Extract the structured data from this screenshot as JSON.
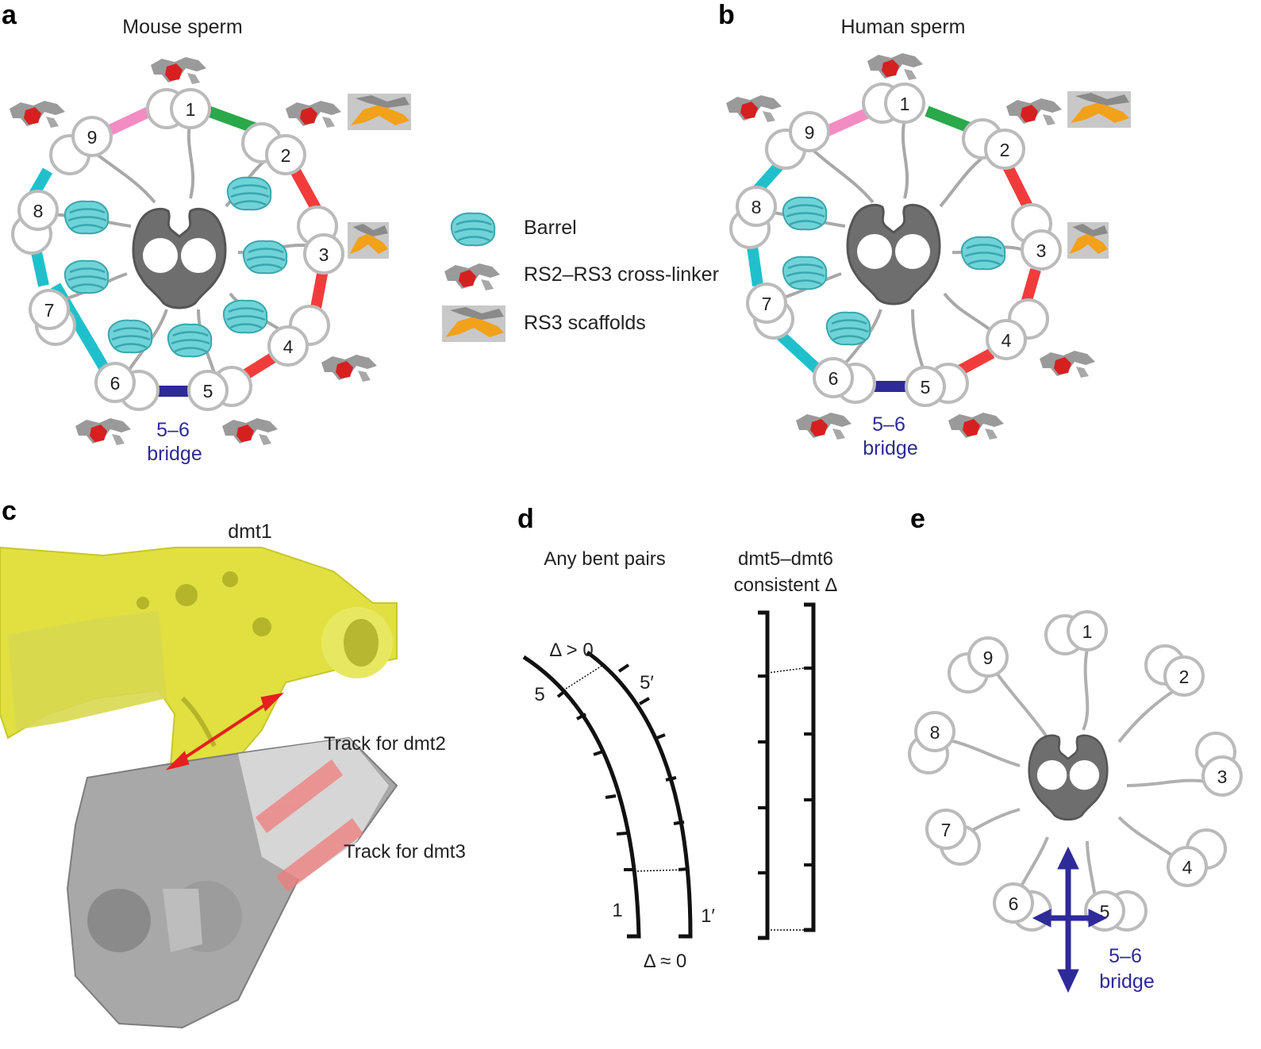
{
  "panels": {
    "a": {
      "letter": "a",
      "title": "Mouse sperm",
      "numbers": [
        "1",
        "2",
        "3",
        "4",
        "5",
        "6",
        "7",
        "8",
        "9"
      ],
      "bridge_line1": "5–6",
      "bridge_line2": "bridge"
    },
    "b": {
      "letter": "b",
      "title": "Human sperm",
      "numbers": [
        "1",
        "2",
        "3",
        "4",
        "5",
        "6",
        "7",
        "8",
        "9"
      ],
      "bridge_line1": "5–6",
      "bridge_line2": "bridge"
    },
    "legend": {
      "barrel": "Barrel",
      "crosslinker": "RS2–RS3 cross-linker",
      "scaffold": "RS3 scaffolds"
    },
    "c": {
      "letter": "c",
      "title": "dmt1",
      "track2": "Track for dmt2",
      "track3": "Track for dmt3"
    },
    "d": {
      "letter": "d",
      "title_left": "Any bent pairs",
      "title_right_line1": "dmt5–dmt6",
      "title_right_line2": "consistent Δ",
      "delta_top": "Δ > 0",
      "delta_bottom": "Δ ≈ 0",
      "label_5": "5",
      "label_5p": "5′",
      "label_1": "1",
      "label_1p": "1′"
    },
    "e": {
      "letter": "e",
      "numbers": [
        "1",
        "2",
        "3",
        "4",
        "5",
        "6",
        "7",
        "8",
        "9"
      ],
      "bridge_line1": "5–6",
      "bridge_line2": "bridge"
    }
  },
  "colors": {
    "pink": "#f48cc4",
    "green": "#2aa84a",
    "red": "#f23c3c",
    "cyan": "#1fc0cc",
    "navy": "#2e2a99",
    "grey_ring": "#b8b8b8",
    "dark_core": "#6e6e6e",
    "barrel": "#6fd3d8",
    "yellow_density": "#e8e84a",
    "orange": "#f2a11a"
  }
}
